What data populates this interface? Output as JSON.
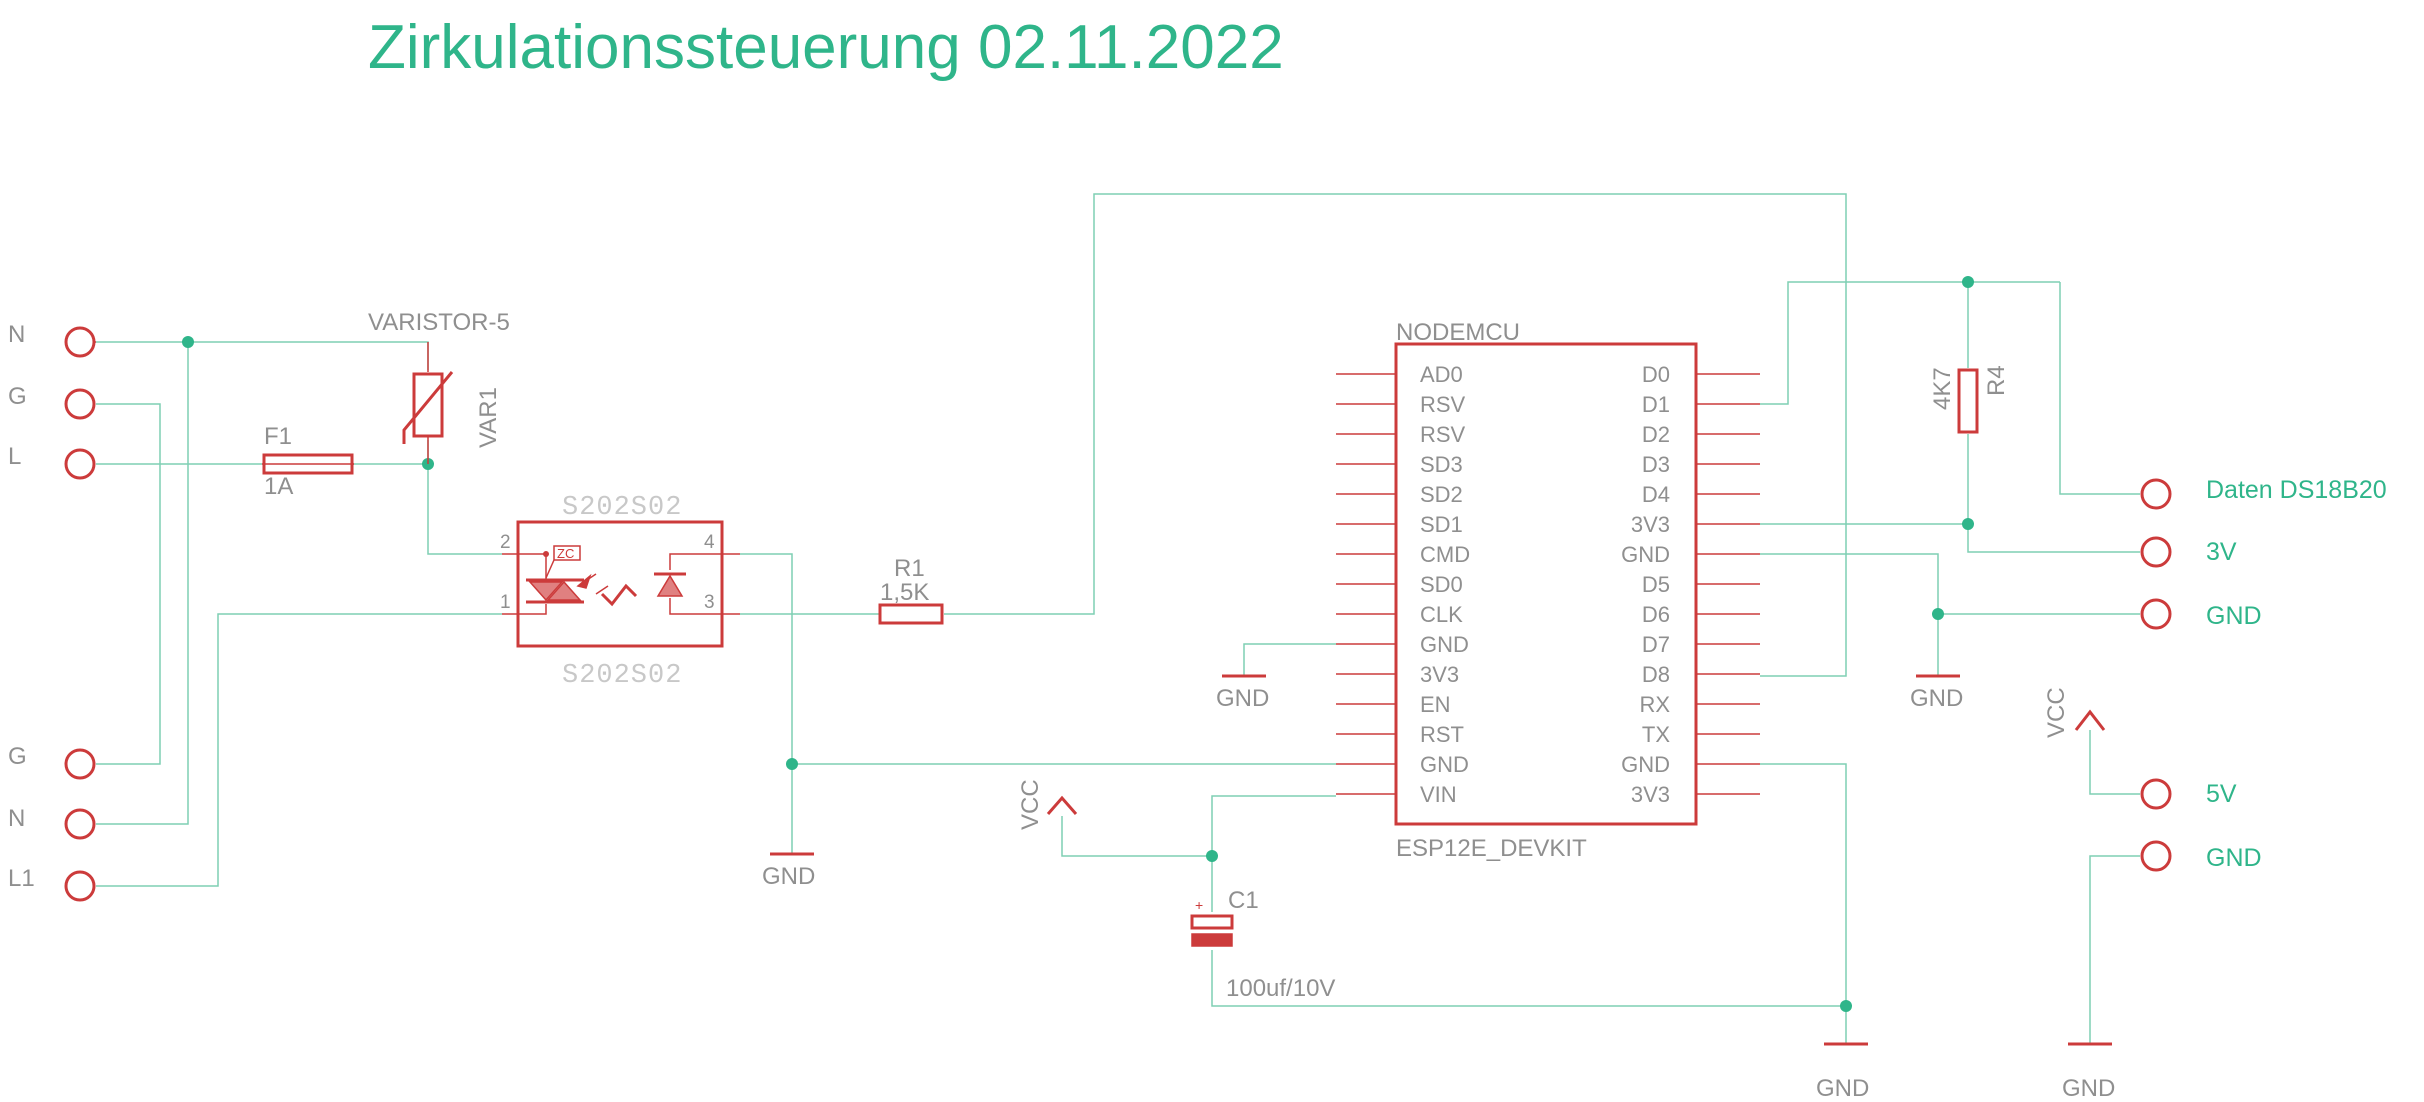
{
  "title": "Zirkulationssteuerung 02.11.2022",
  "left_terminals": [
    "N",
    "G",
    "L",
    "G",
    "N",
    "L1"
  ],
  "right_terminals": [
    "Daten DS18B20",
    "3V",
    "GND",
    "5V",
    "GND"
  ],
  "components": {
    "varistor": {
      "name": "VAR1",
      "value": "VARISTOR-5"
    },
    "fuse": {
      "name": "F1",
      "value": "1A"
    },
    "ssr": {
      "label_top": "S202S02",
      "label_bottom": "S202S02",
      "zc": "ZC",
      "pins": [
        "2",
        "1",
        "4",
        "3"
      ]
    },
    "resistor_r1": {
      "name": "R1",
      "value": "1,5K"
    },
    "resistor_r4": {
      "name": "R4",
      "value": "4K7"
    },
    "capacitor_c1": {
      "name": "C1",
      "value": "100uf/10V",
      "polarity": "+"
    },
    "mcu": {
      "name": "NODEMCU",
      "value": "ESP12E_DEVKIT",
      "left_pins": [
        "AD0",
        "RSV",
        "RSV",
        "SD3",
        "SD2",
        "SD1",
        "CMD",
        "SD0",
        "CLK",
        "GND",
        "3V3",
        "EN",
        "RST",
        "GND",
        "VIN"
      ],
      "right_pins": [
        "D0",
        "D1",
        "D2",
        "D3",
        "D4",
        "3V3",
        "GND",
        "D5",
        "D6",
        "D7",
        "D8",
        "RX",
        "TX",
        "GND",
        "3V3"
      ]
    }
  },
  "supply_labels": {
    "gnd": "GND",
    "vcc": "VCC"
  },
  "colors": {
    "wire": "#7fcfb4",
    "part": "#cc3b3b",
    "label": "#8f8f8f",
    "accent": "#2fb58a"
  }
}
